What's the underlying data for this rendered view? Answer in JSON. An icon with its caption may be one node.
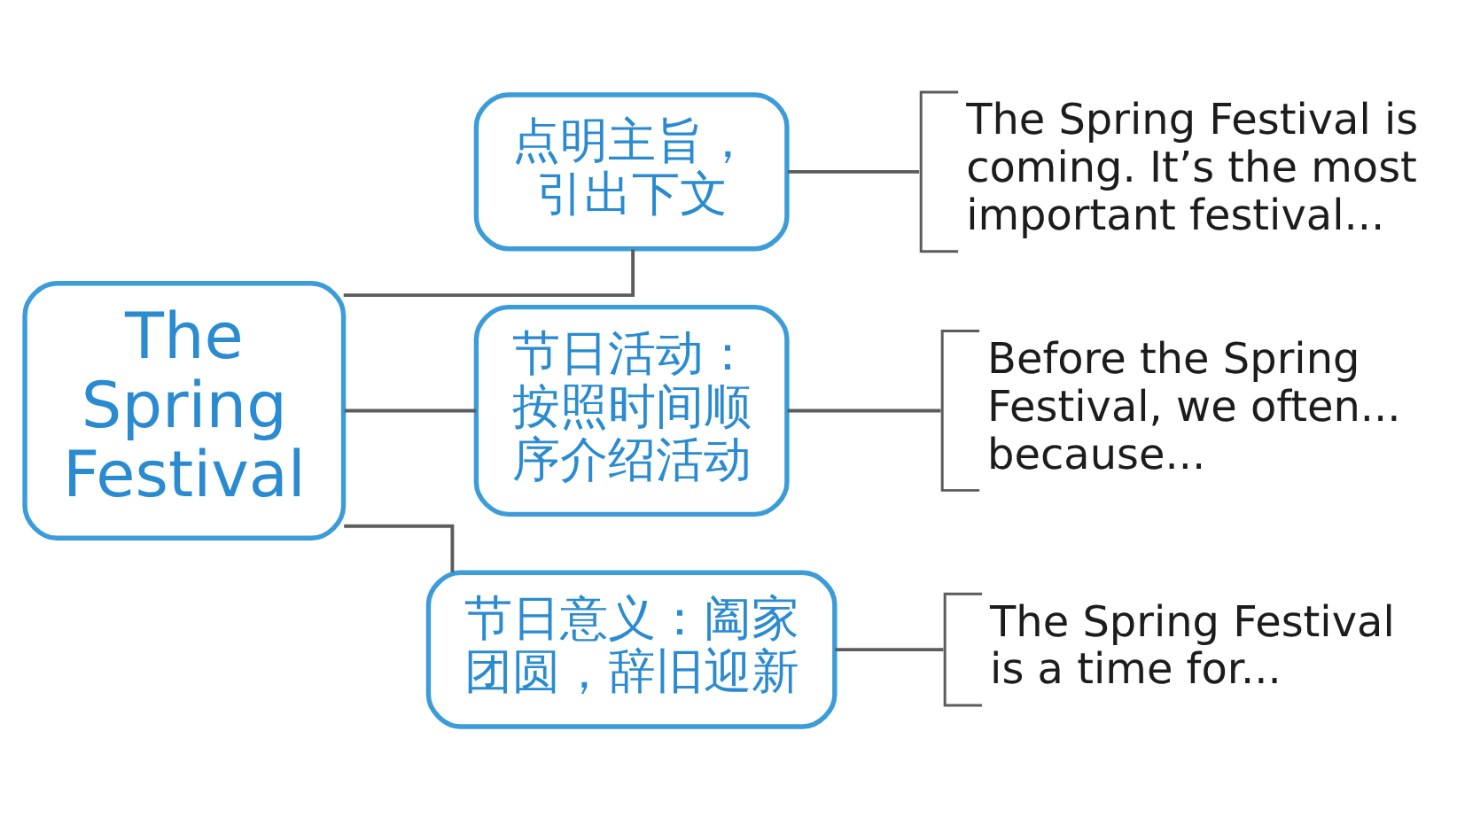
{
  "diagram": {
    "nodes": [
      {
        "text": [
          "The Spring Festival"
        ]
      },
      {
        "text": [
          "点明主旨，引出下文"
        ]
      },
      {
        "text": [
          "The Spring Festival is coming. It’s the most important festival..."
        ]
      },
      {
        "text": [
          "节日活动：按照时间顺序介绍活动"
        ]
      },
      {
        "text": [
          "Before the Spring Festival, we often...",
          "because..."
        ]
      },
      {
        "text": [
          "节日意义：阖家团圆，辞旧迎新"
        ]
      },
      {
        "text": [
          "The Spring Festival is a time for..."
        ]
      }
    ],
    "edges": [
      {
        "from": 0,
        "to": 1,
        "arrow": "none"
      },
      {
        "from": 0,
        "to": 3,
        "arrow": "none"
      },
      {
        "from": 0,
        "to": 5,
        "arrow": "none"
      },
      {
        "from": 1,
        "to": 2,
        "arrow": "none"
      },
      {
        "from": 3,
        "to": 4,
        "arrow": "none"
      },
      {
        "from": 5,
        "to": 6,
        "arrow": "none"
      }
    ]
  }
}
